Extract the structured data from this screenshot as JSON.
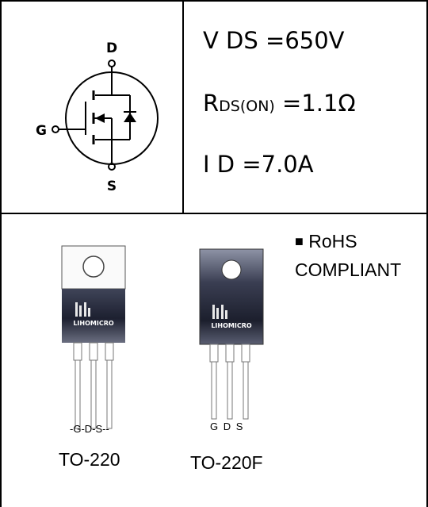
{
  "symbol": {
    "drain": "D",
    "gate": "G",
    "source": "S"
  },
  "specs": {
    "vds_prefix": "V DS =",
    "vds_value": "650V",
    "rds_r": "R",
    "rds_sub": "DS(ON)",
    "rds_value": " =1.1Ω",
    "id_prefix": "I D =",
    "id_value": "7.0A"
  },
  "rohs": {
    "bullet": "■",
    "line1": "RoHS",
    "line2": "COMPLIANT"
  },
  "packages": [
    {
      "name": "TO-220",
      "brand": "LIHOMICRO",
      "pins": "-G-D-S--"
    },
    {
      "name": "TO-220F",
      "brand": "LIHOMICRO",
      "pins": "G D S"
    }
  ]
}
